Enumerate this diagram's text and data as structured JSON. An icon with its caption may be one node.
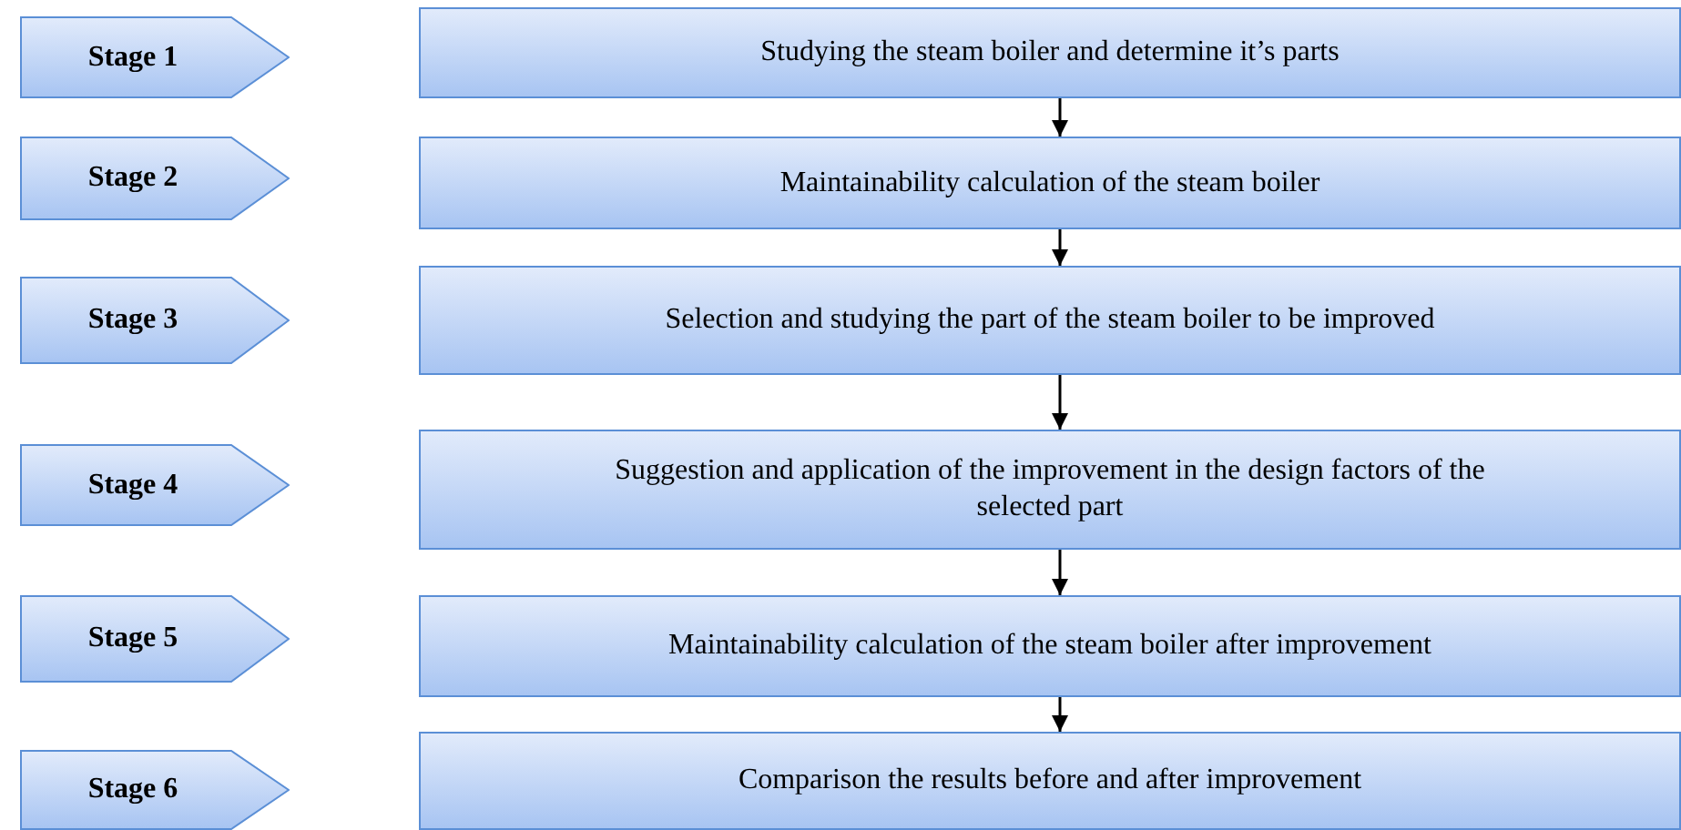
{
  "diagram": {
    "nodes": [
      {
        "text": [
          "Stage 1"
        ]
      },
      {
        "text": [
          "Studying the steam boiler and determine it’s parts"
        ]
      },
      {
        "text": [
          "Stage 2"
        ]
      },
      {
        "text": [
          "Maintainability  calculation of the steam boiler"
        ]
      },
      {
        "text": [
          "Stage 3"
        ]
      },
      {
        "text": [
          "Selection and studying  the part of the steam boiler  to be improved"
        ]
      },
      {
        "text": [
          "Stage 4"
        ]
      },
      {
        "text": [
          "Suggestion and application of the improvement in  the design factors of the selected part"
        ]
      },
      {
        "text": [
          "Stage 5"
        ]
      },
      {
        "text": [
          "Maintainability calculation of the steam boiler after improvement"
        ]
      },
      {
        "text": [
          "Stage 6"
        ]
      },
      {
        "text": [
          "Comparison the results before and after improvement"
        ]
      }
    ],
    "edges": [
      {
        "from": 1,
        "to": 3,
        "arrow": "to"
      },
      {
        "from": 3,
        "to": 5,
        "arrow": "to"
      },
      {
        "from": 5,
        "to": 7,
        "arrow": "to"
      },
      {
        "from": 7,
        "to": 9,
        "arrow": "to"
      },
      {
        "from": 9,
        "to": 11,
        "arrow": "to"
      }
    ]
  }
}
